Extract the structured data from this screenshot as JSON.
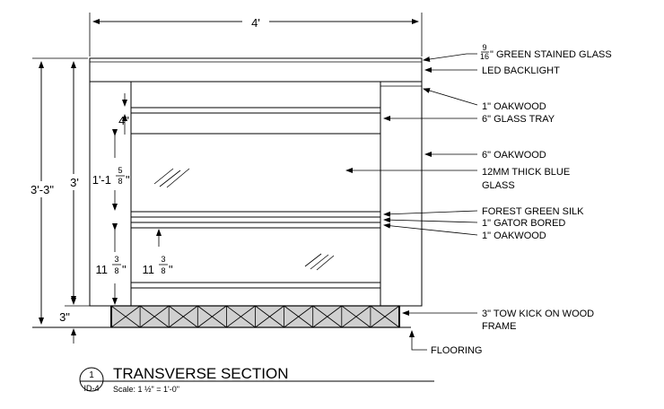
{
  "dimensions": {
    "top_width": "4'",
    "overall_height": "3'-3\"",
    "cabinet_height": "3'",
    "kick_height": "3\"",
    "top_shelf_gap": "4\"",
    "glass_gap_whole": "1'-1",
    "glass_gap_num": "5",
    "glass_gap_den": "8",
    "glass_gap_unit": "\"",
    "lower_gap_whole": "11",
    "lower_gap_num": "3",
    "lower_gap_den": "8",
    "lower_gap_unit": "\""
  },
  "notes": {
    "green_glass_num": "9",
    "green_glass_den": "16",
    "green_glass_text": "\" GREEN STAINED GLASS",
    "led": "LED BACKLIGHT",
    "oak1": "1\" OAKWOOD",
    "glass_tray": "6\" GLASS TRAY",
    "oak6": "6\" OAKWOOD",
    "blue_glass_1": "12MM THICK BLUE",
    "blue_glass_2": "GLASS",
    "silk": "FOREST GREEN SILK",
    "gator": "1\" GATOR BORED",
    "oak2": "1\" OAKWOOD",
    "kick_1": "3\" TOW KICK ON WOOD",
    "kick_2": "FRAME",
    "flooring": "FLOORING"
  },
  "title_block": {
    "detail_number": "1",
    "sheet": "ID-4",
    "title": "TRANSVERSE SECTION",
    "scale": "Scale: 1 ½\" = 1'-0\""
  },
  "icons": [
    "arrowhead",
    "x-hatch-kick"
  ]
}
